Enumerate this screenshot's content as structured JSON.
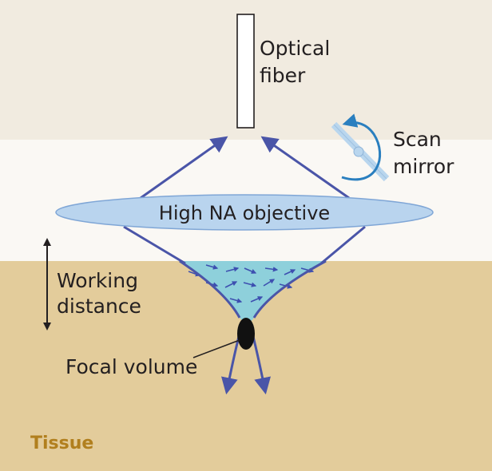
{
  "labels": {
    "optical_fiber_line1": "Optical",
    "optical_fiber_line2": "fiber",
    "scan_mirror_line1": "Scan",
    "scan_mirror_line2": "mirror",
    "objective": "High NA objective",
    "working_distance_line1": "Working",
    "working_distance_line2": "distance",
    "focal_volume": "Focal volume",
    "tissue": "Tissue"
  },
  "colors": {
    "background_top": "#f1ebe0",
    "background_band": "#faf8f4",
    "tissue": "#e3cc9b",
    "tissue_label": "#b17f1e",
    "beam": "#4a55a8",
    "objective_fill": "#b9d4ee",
    "objective_stroke": "#7fa6d6",
    "cone_fill": "#7fd0e6",
    "mirror": "#b9d6ee",
    "scan_arrow": "#2a7fbf",
    "focal_spot": "#111111",
    "text": "#231f20"
  }
}
